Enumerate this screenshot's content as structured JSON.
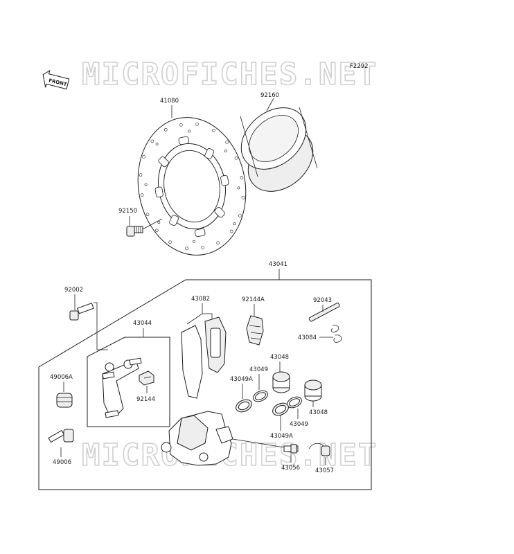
{
  "watermark": {
    "text": "MICROFICHES.NET"
  },
  "figure_code": "F2292",
  "front_badge": "FRONT",
  "parts": {
    "p92160": "92160",
    "p41080": "41080",
    "p92150": "92150",
    "p43041": "43041",
    "p92002": "92002",
    "p43082": "43082",
    "p92144A": "92144A",
    "p92043": "92043",
    "p43084": "43084",
    "p43044": "43044",
    "p43048a": "43048",
    "p43049a": "43049",
    "p43049Aa": "43049A",
    "p49006A": "49006A",
    "p92144": "92144",
    "p43048b": "43048",
    "p43049b": "43049",
    "p43049Ab": "43049A",
    "p49006": "49006",
    "p43056": "43056",
    "p43057": "43057"
  }
}
